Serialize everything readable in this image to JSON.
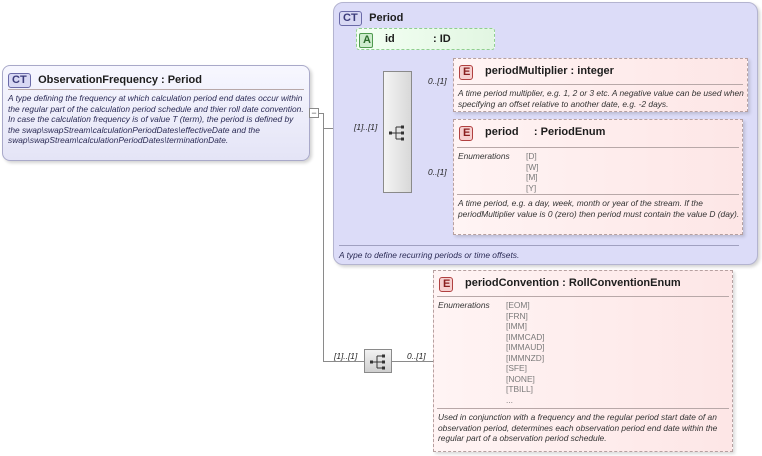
{
  "main_type": {
    "badge": "CT",
    "title": "ObservationFrequency : Period",
    "description": "A type defining the frequency at which calculation period end dates occur within the regular part of the calculation period schedule and thier roll date convention. In case the calculation frequency is of value T (term), the period is defined by the swap\\swapStream\\calculationPeriodDates\\effectiveDate and the swap\\swapStream\\calculationPeriodDates\\terminationDate.",
    "collapse_symbol": "−"
  },
  "period_type": {
    "badge": "CT",
    "title": "Period",
    "description": "A type to define recurring periods or time offsets.",
    "attribute": {
      "badge": "A",
      "name": "id",
      "type": ": ID"
    },
    "sequence_multiplicity": "[1]..[1]"
  },
  "period_multiplier": {
    "badge": "E",
    "title": "periodMultiplier : integer",
    "multiplicity": "0..[1]",
    "description": "A time period multiplier, e.g. 1, 2 or 3 etc. A negative value can be used when specifying an offset relative to another date, e.g. -2 days."
  },
  "period": {
    "badge": "E",
    "title": "period     : PeriodEnum",
    "multiplicity": "0..[1]",
    "enum_label": "Enumerations",
    "enumerations": [
      "[D]",
      "[W]",
      "[M]",
      "[Y]"
    ],
    "description": "A time period, e.g. a day, week, month or year of the stream. If the periodMultiplier value is 0 (zero) then period must contain the value D (day)."
  },
  "period_convention": {
    "badge": "E",
    "title": "periodConvention : RollConventionEnum",
    "sequence_multiplicity": "[1]..[1]",
    "multiplicity": "0..[1]",
    "enum_label": "Enumerations",
    "enumerations": [
      "[EOM]",
      "[FRN]",
      "[IMM]",
      "[IMMCAD]",
      "[IMMAUD]",
      "[IMMNZD]",
      "[SFE]",
      "[NONE]",
      "[TBILL]",
      "..."
    ],
    "description": "Used in conjunction with a frequency and the regular period start date of an observation period, determines each observation period end date within the regular part of a observation period schedule."
  }
}
